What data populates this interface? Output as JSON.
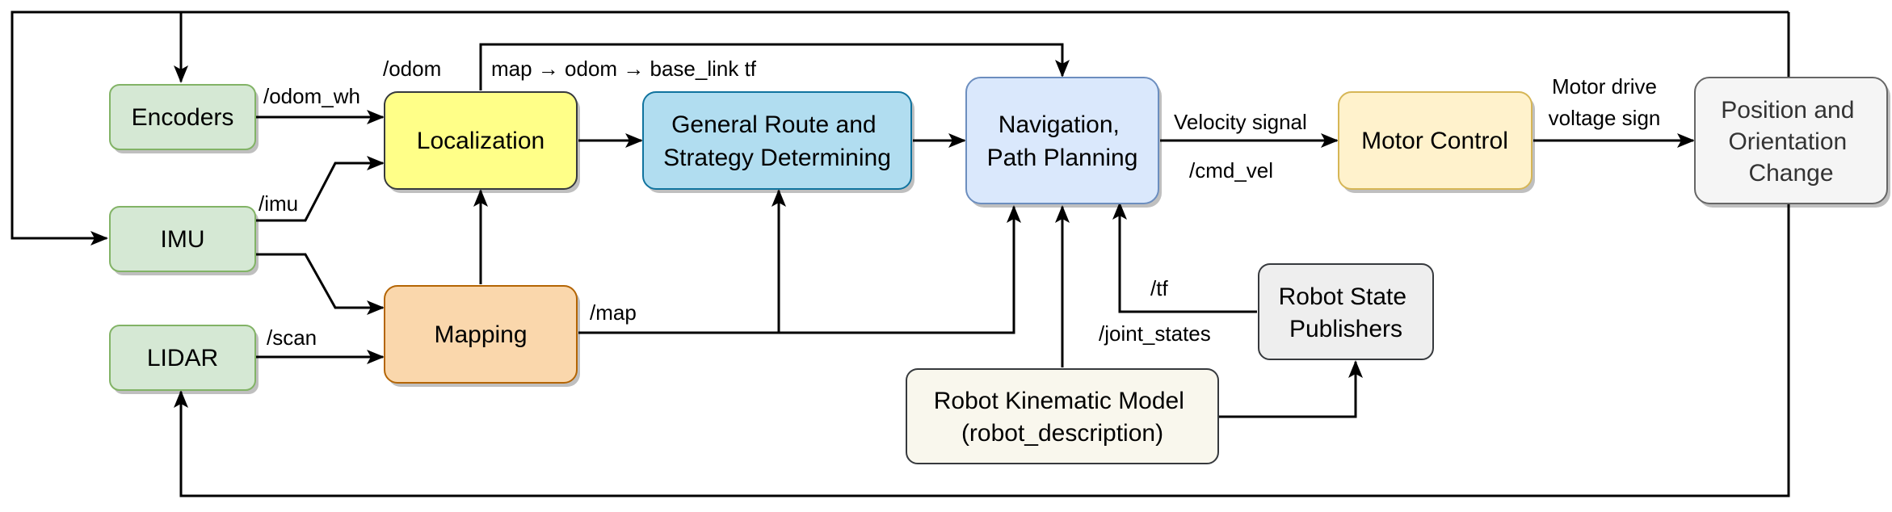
{
  "nodes": {
    "encoders": {
      "lines": [
        "Encoders"
      ]
    },
    "imu": {
      "lines": [
        "IMU"
      ]
    },
    "lidar": {
      "lines": [
        "LIDAR"
      ]
    },
    "localization": {
      "lines": [
        "Localization"
      ]
    },
    "mapping": {
      "lines": [
        "Mapping"
      ]
    },
    "route": {
      "lines": [
        "General Route and",
        "Strategy Determining"
      ]
    },
    "navigation": {
      "lines": [
        "Navigation,",
        "Path Planning"
      ]
    },
    "motor": {
      "lines": [
        "Motor Control"
      ]
    },
    "position": {
      "lines": [
        "Position and",
        "Orientation",
        "Change"
      ]
    },
    "state_pub": {
      "lines": [
        "Robot State",
        "Publishers"
      ]
    },
    "kinematic": {
      "lines": [
        "Robot Kinematic Model",
        "(robot_description)"
      ]
    }
  },
  "labels": {
    "odom": "/odom",
    "tf_chain": "map → odom → base_link tf",
    "odom_wh": "/odom_wh",
    "imu": "/imu",
    "scan": "/scan",
    "map": "/map",
    "velocity": "Velocity signal",
    "cmd_vel": "/cmd_vel",
    "motor_drive": "Motor drive",
    "voltage_sign": "voltage sign",
    "tf": "/tf",
    "joint_states": "/joint_states"
  },
  "colors": {
    "green_fill": "#d5e8d4",
    "green_stroke": "#82b366",
    "yellow_fill": "#ffff88",
    "yellow_stroke": "#36393d",
    "orange_fill": "#fad7ac",
    "orange_stroke": "#b46504",
    "blue_fill": "#b1ddf0",
    "blue_stroke": "#10739e",
    "lightblue_fill": "#dae8fc",
    "lightblue_stroke": "#6c8ebf",
    "cream_fill": "#fff2cc",
    "cream_stroke": "#d6b656",
    "gray_fill": "#f5f5f5",
    "gray_stroke": "#666666",
    "lightgray_fill": "#eeeeee",
    "lightgray_stroke": "#36393d",
    "beige_fill": "#f9f7ed",
    "beige_stroke": "#36393d"
  }
}
